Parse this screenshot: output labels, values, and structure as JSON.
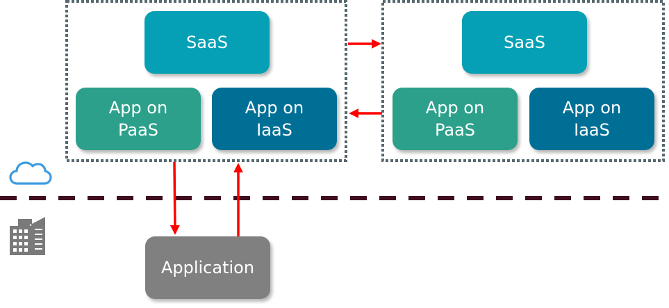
{
  "diagram": {
    "zones": [
      {
        "id": "cloud-a",
        "nodes": [
          {
            "label": "SaaS",
            "kind": "saas"
          },
          {
            "label": "App on\nPaaS",
            "kind": "paas"
          },
          {
            "label": "App on\nIaaS",
            "kind": "iaas"
          }
        ]
      },
      {
        "id": "cloud-b",
        "nodes": [
          {
            "label": "SaaS",
            "kind": "saas"
          },
          {
            "label": "App on\nPaaS",
            "kind": "paas"
          },
          {
            "label": "App on\nIaaS",
            "kind": "iaas"
          }
        ]
      }
    ],
    "on_premises": {
      "application_label": "Application"
    },
    "boundary": {
      "upper_icon": "cloud-icon",
      "lower_icon": "building-icon"
    },
    "connections": [
      {
        "from": "cloud-a",
        "to": "cloud-b",
        "direction": "right"
      },
      {
        "from": "cloud-b",
        "to": "cloud-a",
        "direction": "left"
      },
      {
        "from": "cloud-a",
        "to": "application",
        "direction": "down"
      },
      {
        "from": "application",
        "to": "cloud-a",
        "direction": "up"
      }
    ],
    "colors": {
      "saas": "#05a0b5",
      "paas": "#2ca08a",
      "iaas": "#006f96",
      "application": "#808080",
      "arrow": "#ff0000",
      "zone_border": "#56686f",
      "boundary_line": "#3f0d1e",
      "cloud_icon": "#3d9be0",
      "building_icon": "#7a7a7a"
    }
  }
}
